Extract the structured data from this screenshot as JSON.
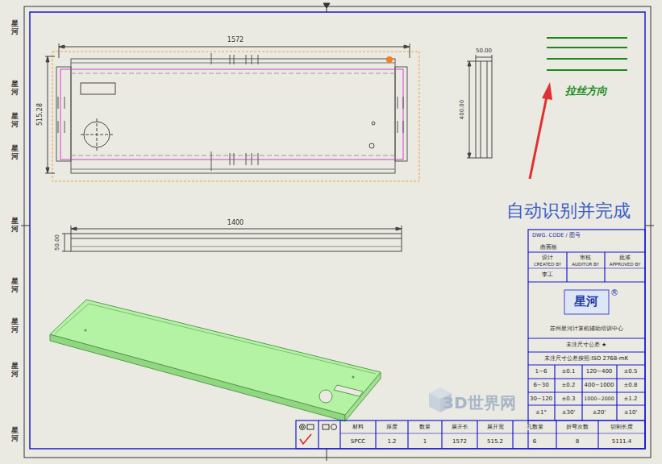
{
  "diagram": {
    "labels": [
      "星河",
      "星河",
      "星河",
      "星河",
      "星河",
      "星河",
      "星河",
      "星河",
      "星河",
      "1572",
      "515.28",
      "50.00",
      "400.00",
      "1400",
      "50.00",
      "拉丝方向",
      "自动识别并完成",
      "DWG. CODE / 图号",
      "曲面板",
      "设计",
      "CREATED BY",
      "审核",
      "AUDITOR BY",
      "批准",
      "APPROVED BY",
      "李工",
      "星河",
      "®",
      "苏州星河计算机辅助培训中心",
      "未注尺寸公差 ★",
      "未注尺寸公差按照:ISO 2768-mK",
      "1~6",
      "±0.1",
      "120~400",
      "±0.5",
      "6~30",
      "±0.2",
      "400~1000",
      "±0.8",
      "30~120",
      "±0.3",
      "1000~2000",
      "±1.2",
      "±1°",
      "±30'",
      "±20'",
      "±10'",
      "材料",
      "厚度",
      "数量",
      "展开长",
      "展开宽",
      "孔数量",
      "折弯次数",
      "切割长度",
      "SPCC",
      "1.2",
      "1",
      "1572",
      "515.2",
      "6",
      "8",
      "5111.4",
      "3D世界网"
    ]
  }
}
